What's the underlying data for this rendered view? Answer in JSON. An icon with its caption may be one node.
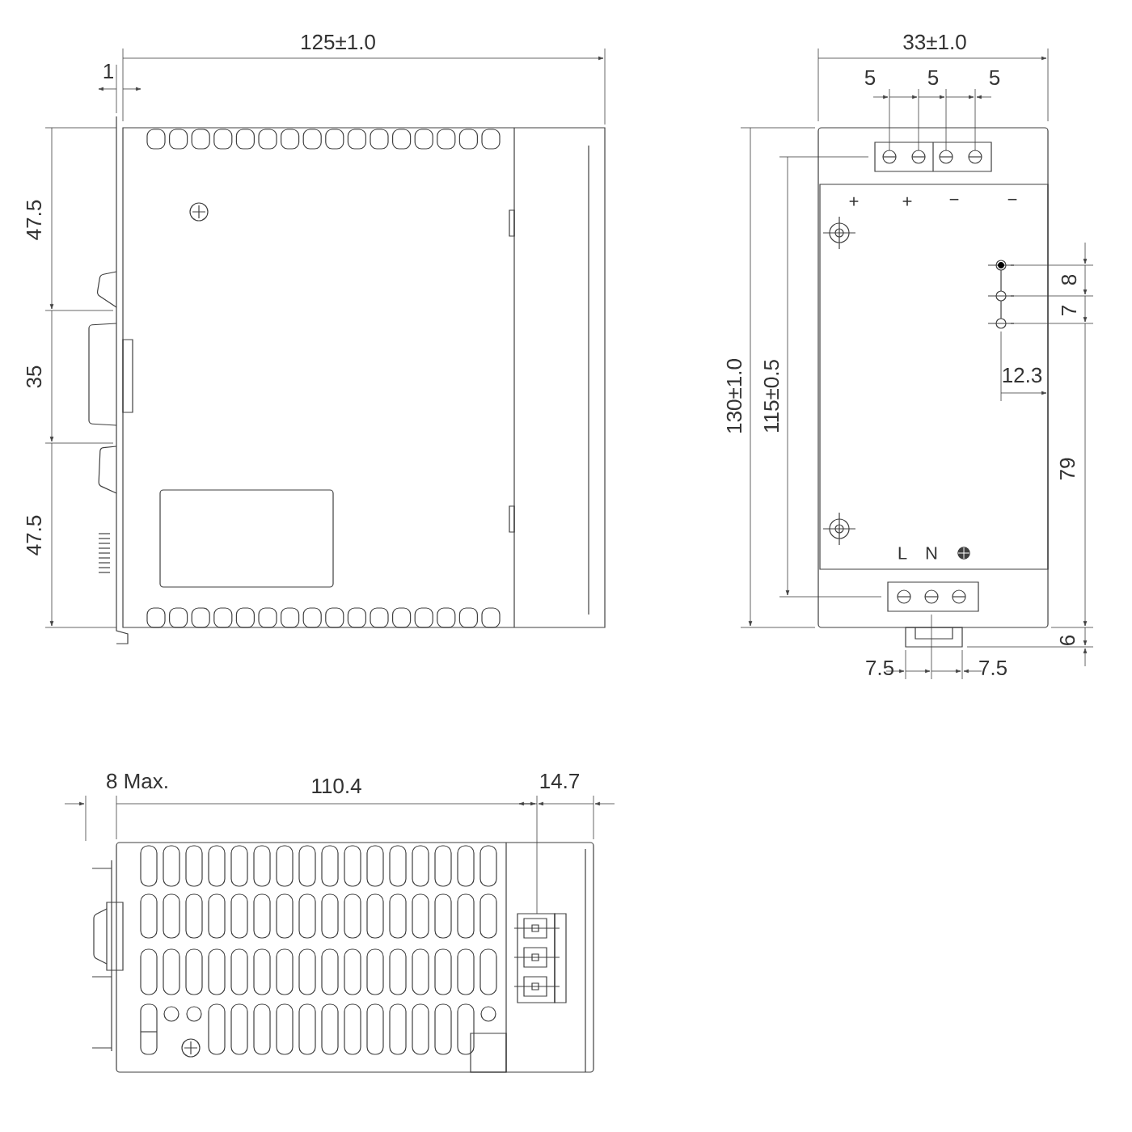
{
  "diagram": {
    "labels": [
      "125±1.0",
      "1",
      "47.5",
      "35",
      "47.5",
      "33±1.0",
      "5",
      "5",
      "5",
      "+",
      "+",
      "−",
      "−",
      "7",
      "8",
      "12.3",
      "130±1.0",
      "115±0.5",
      "79",
      "L",
      "N",
      "6",
      "7.5",
      "7.5",
      "8 Max.",
      "110.4",
      "14.7"
    ]
  }
}
